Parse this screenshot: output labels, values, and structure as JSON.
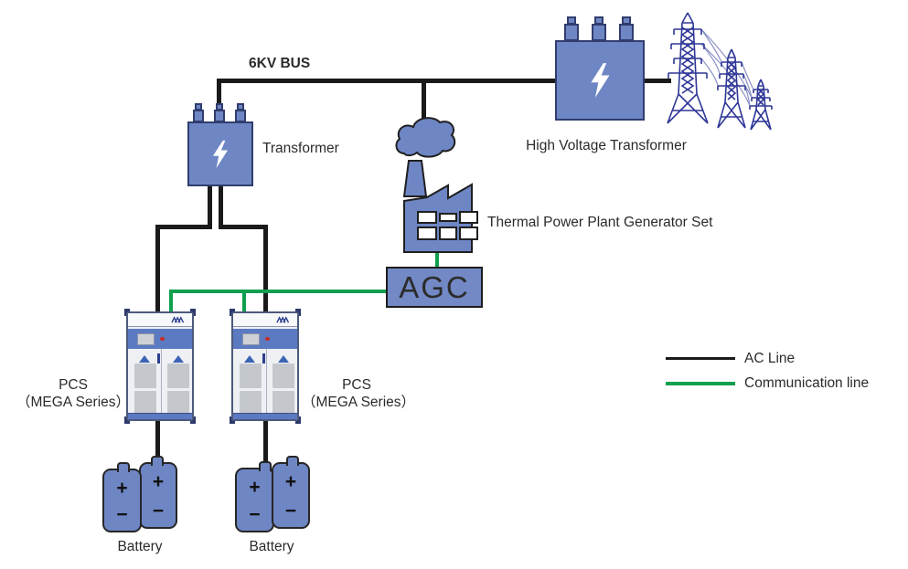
{
  "diagram": {
    "bus_label": "6KV BUS",
    "transformer_label": "Transformer",
    "hv_transformer_label": "High Voltage Transformer",
    "thermal_plant_label": "Thermal Power Plant Generator Set",
    "agc_label": "AGC",
    "pcs_label_line1": "PCS",
    "pcs_label_line2": "（MEGA Series）",
    "battery_label": "Battery",
    "battery_plus": "+",
    "battery_minus": "−"
  },
  "legend": {
    "ac": {
      "label": "AC Line",
      "color": "#1a1a1a"
    },
    "comm": {
      "label": "Communication line",
      "color": "#0f9f4e"
    }
  },
  "colors": {
    "device_blue": "#6e86c4",
    "device_border": "#303d6e",
    "pcs_band_blue": "#5c7ac2",
    "ac_line": "#1a1a1a",
    "comm_line": "#0f9f4e",
    "tower_blue": "#2e3796",
    "text": "#2b2b2b",
    "background": "#ffffff"
  },
  "icons": {
    "lightning-bolt-icon": "white bolt polygon inside transformer boxes",
    "smoke-cloud-icon": "blue cloud blob above chimney",
    "factory-icon": "sawtooth-roof factory with six windows",
    "transmission-towers-icon": "three lattice pylons with sagging wires",
    "pcs-cabinet-icon": "double-door power converter cabinet",
    "battery-icon": "rounded battery cell with plus and minus"
  }
}
